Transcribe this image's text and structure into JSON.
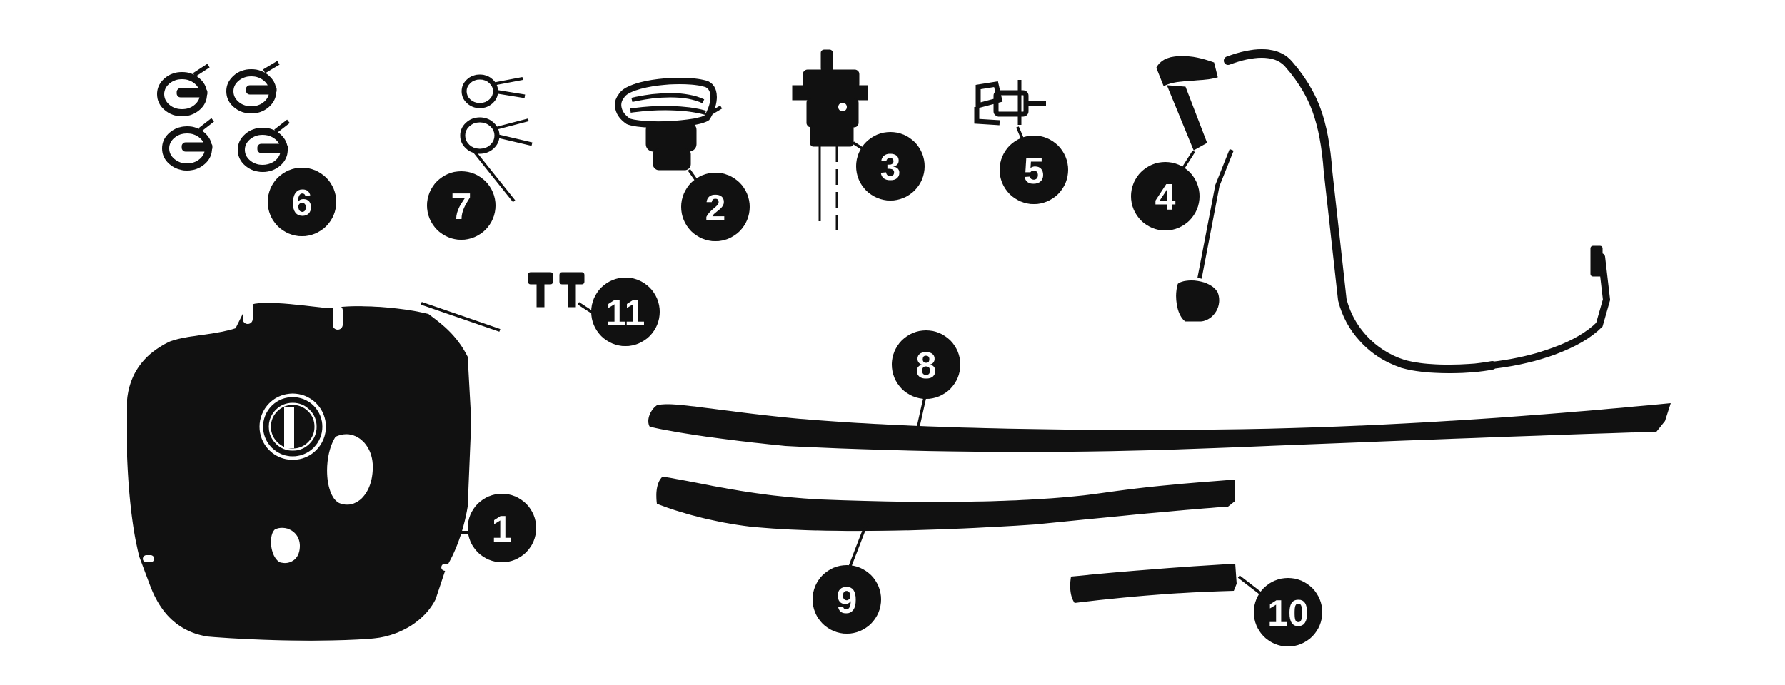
{
  "colors": {
    "ink": "#111111",
    "background": "#ffffff",
    "label_text": "#ffffff"
  },
  "callouts": {
    "c1": "1",
    "c2": "2",
    "c3": "3",
    "c4": "4",
    "c5": "5",
    "c6": "6",
    "c7": "7",
    "c8": "8",
    "c9": "9",
    "c10": "10",
    "c11": "11"
  }
}
